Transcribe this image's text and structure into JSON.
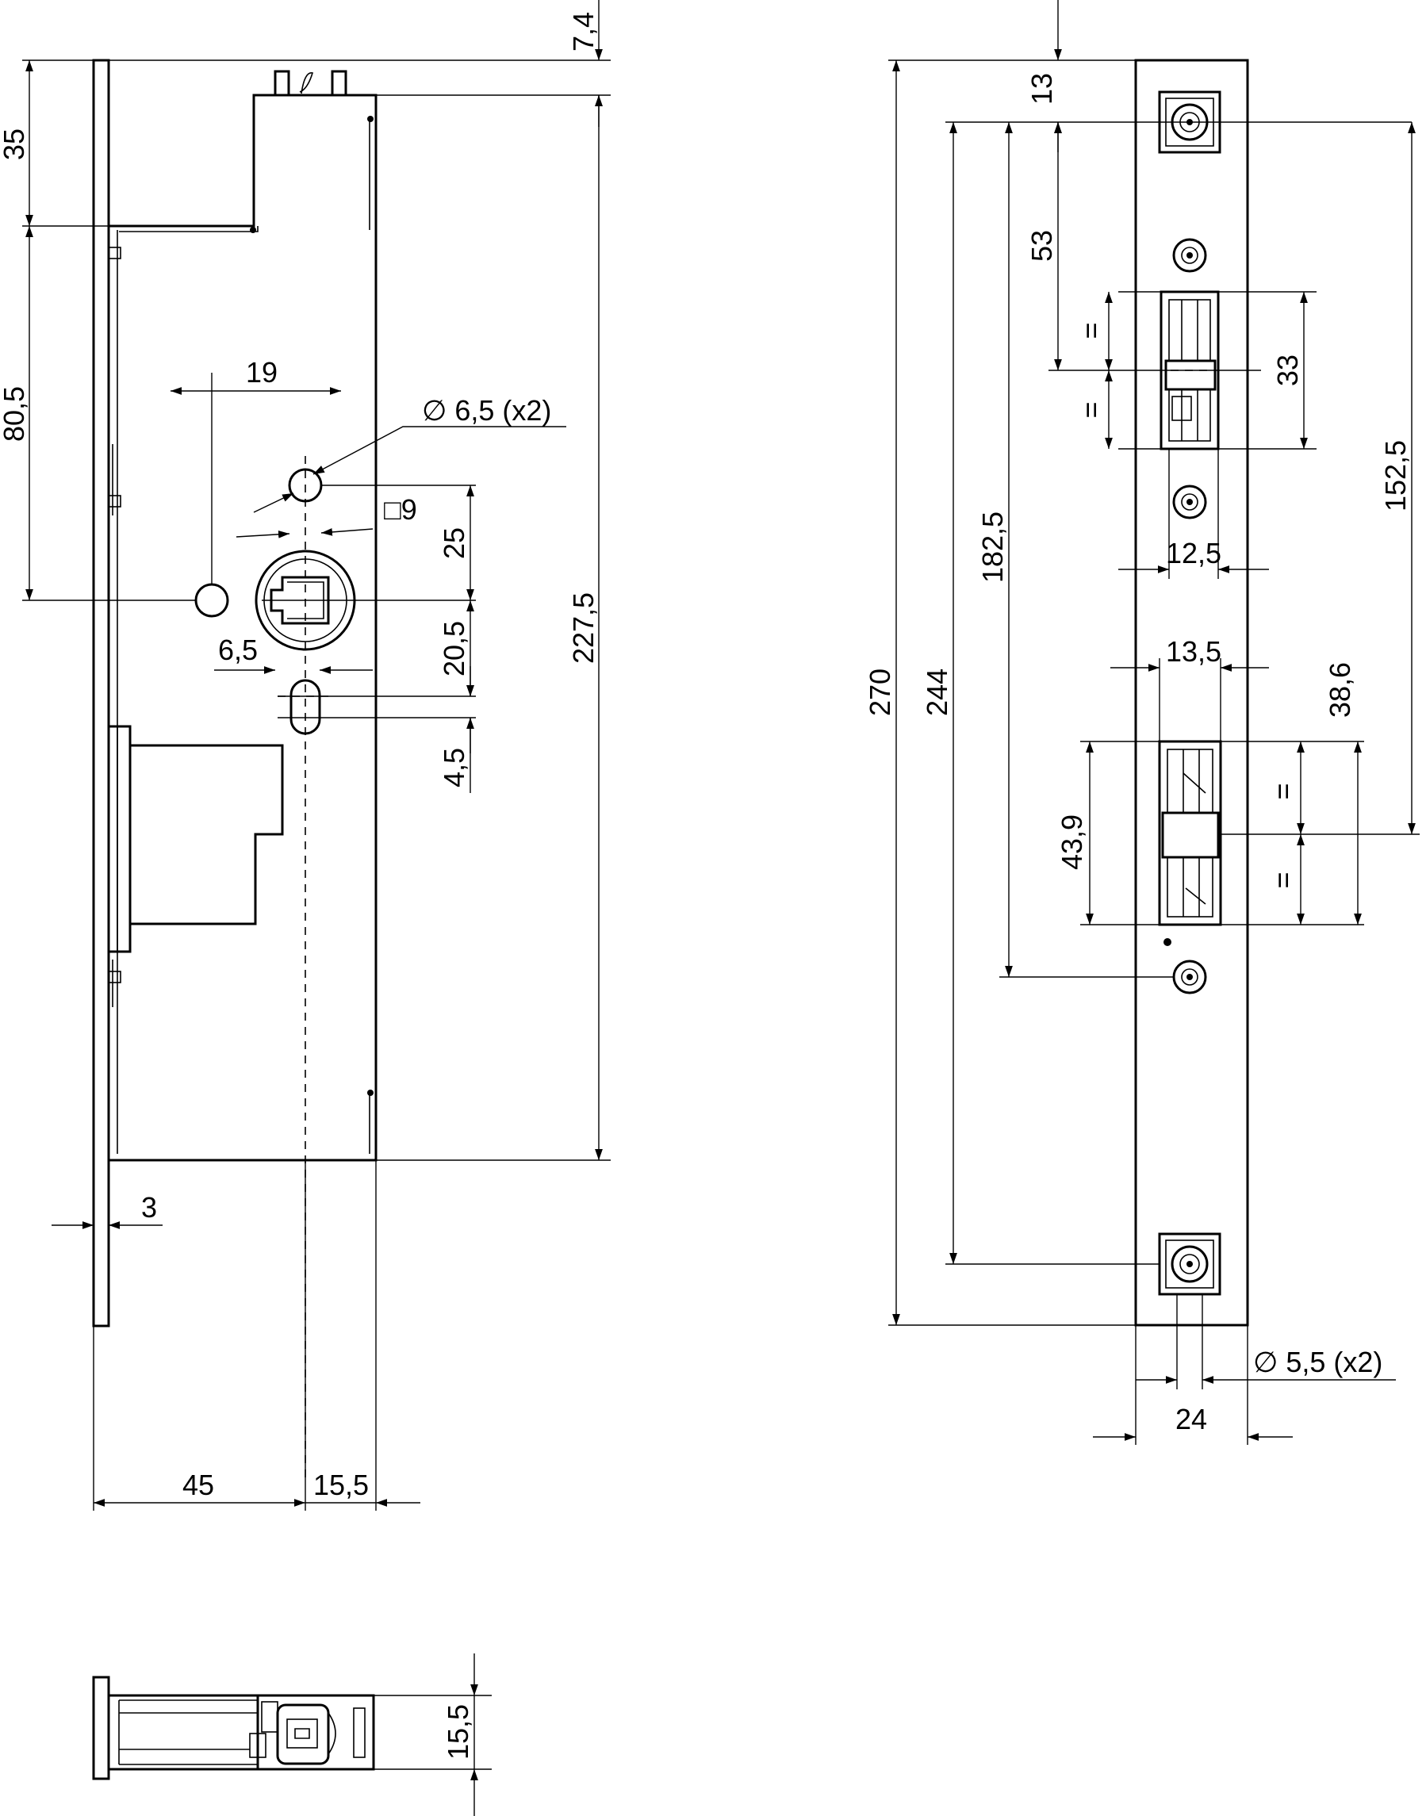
{
  "dimensions": {
    "left_view": {
      "top_offset": "7,4",
      "top_to_follower": "35",
      "follower_to_spindle": "80,5",
      "hole_spacing": "19",
      "hole_diameter": "∅ 6,5 (x2)",
      "square": "□9",
      "spindle_up": "25",
      "spindle_down": "20,5",
      "slot": "4,5",
      "hole_width": "6,5",
      "case_height": "227,5",
      "faceplate_thickness": "3",
      "backset": "45",
      "case_depth_right": "15,5"
    },
    "right_view": {
      "top_to_first_hole": "13",
      "to_latch_center": "53",
      "latch_height": "33",
      "equal_mark": "=",
      "latch_width": "12,5",
      "deadbolt_width": "13,5",
      "deadbolt_offset": "38,6",
      "deadbolt_height": "43,9",
      "overall_length": "270",
      "hole_to_hole": "244",
      "to_deadbolt": "182,5",
      "latch_to_deadbolt": "152,5",
      "screw_diameter": "∅ 5,5 (x2)",
      "faceplate_width": "24"
    },
    "bottom_view": {
      "depth": "15,5"
    }
  },
  "colors": {
    "line": "#000000",
    "background": "#ffffff"
  }
}
